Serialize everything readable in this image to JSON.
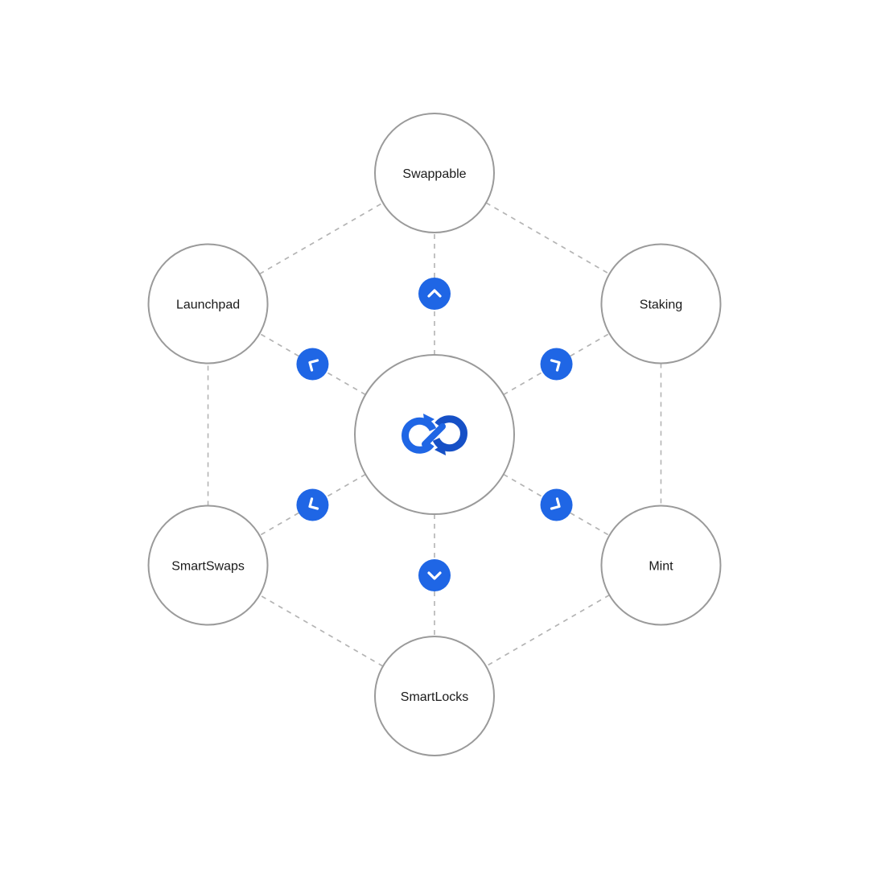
{
  "colors": {
    "background": "#ffffff",
    "node_stroke": "#9a9a9a",
    "connector": "#b4b4b4",
    "accent": "#1f66e5",
    "accent_dark": "#1650c6",
    "arrow_glyph": "#ffffff"
  },
  "diagram": {
    "center": {
      "icon": "swap-cycle-logo-icon"
    },
    "nodes": [
      {
        "id": "swappable",
        "label": "Swappable"
      },
      {
        "id": "staking",
        "label": "Staking"
      },
      {
        "id": "mint",
        "label": "Mint"
      },
      {
        "id": "smartlocks",
        "label": "SmartLocks"
      },
      {
        "id": "smartswaps",
        "label": "SmartSwaps"
      },
      {
        "id": "launchpad",
        "label": "Launchpad"
      }
    ],
    "arrow_icons": [
      {
        "target": "swappable",
        "icon": "chevron-up-icon"
      },
      {
        "target": "staking",
        "icon": "chevron-up-right-icon"
      },
      {
        "target": "mint",
        "icon": "chevron-down-right-icon"
      },
      {
        "target": "smartlocks",
        "icon": "chevron-down-icon"
      },
      {
        "target": "smartswaps",
        "icon": "chevron-down-left-icon"
      },
      {
        "target": "launchpad",
        "icon": "chevron-up-left-icon"
      }
    ]
  }
}
